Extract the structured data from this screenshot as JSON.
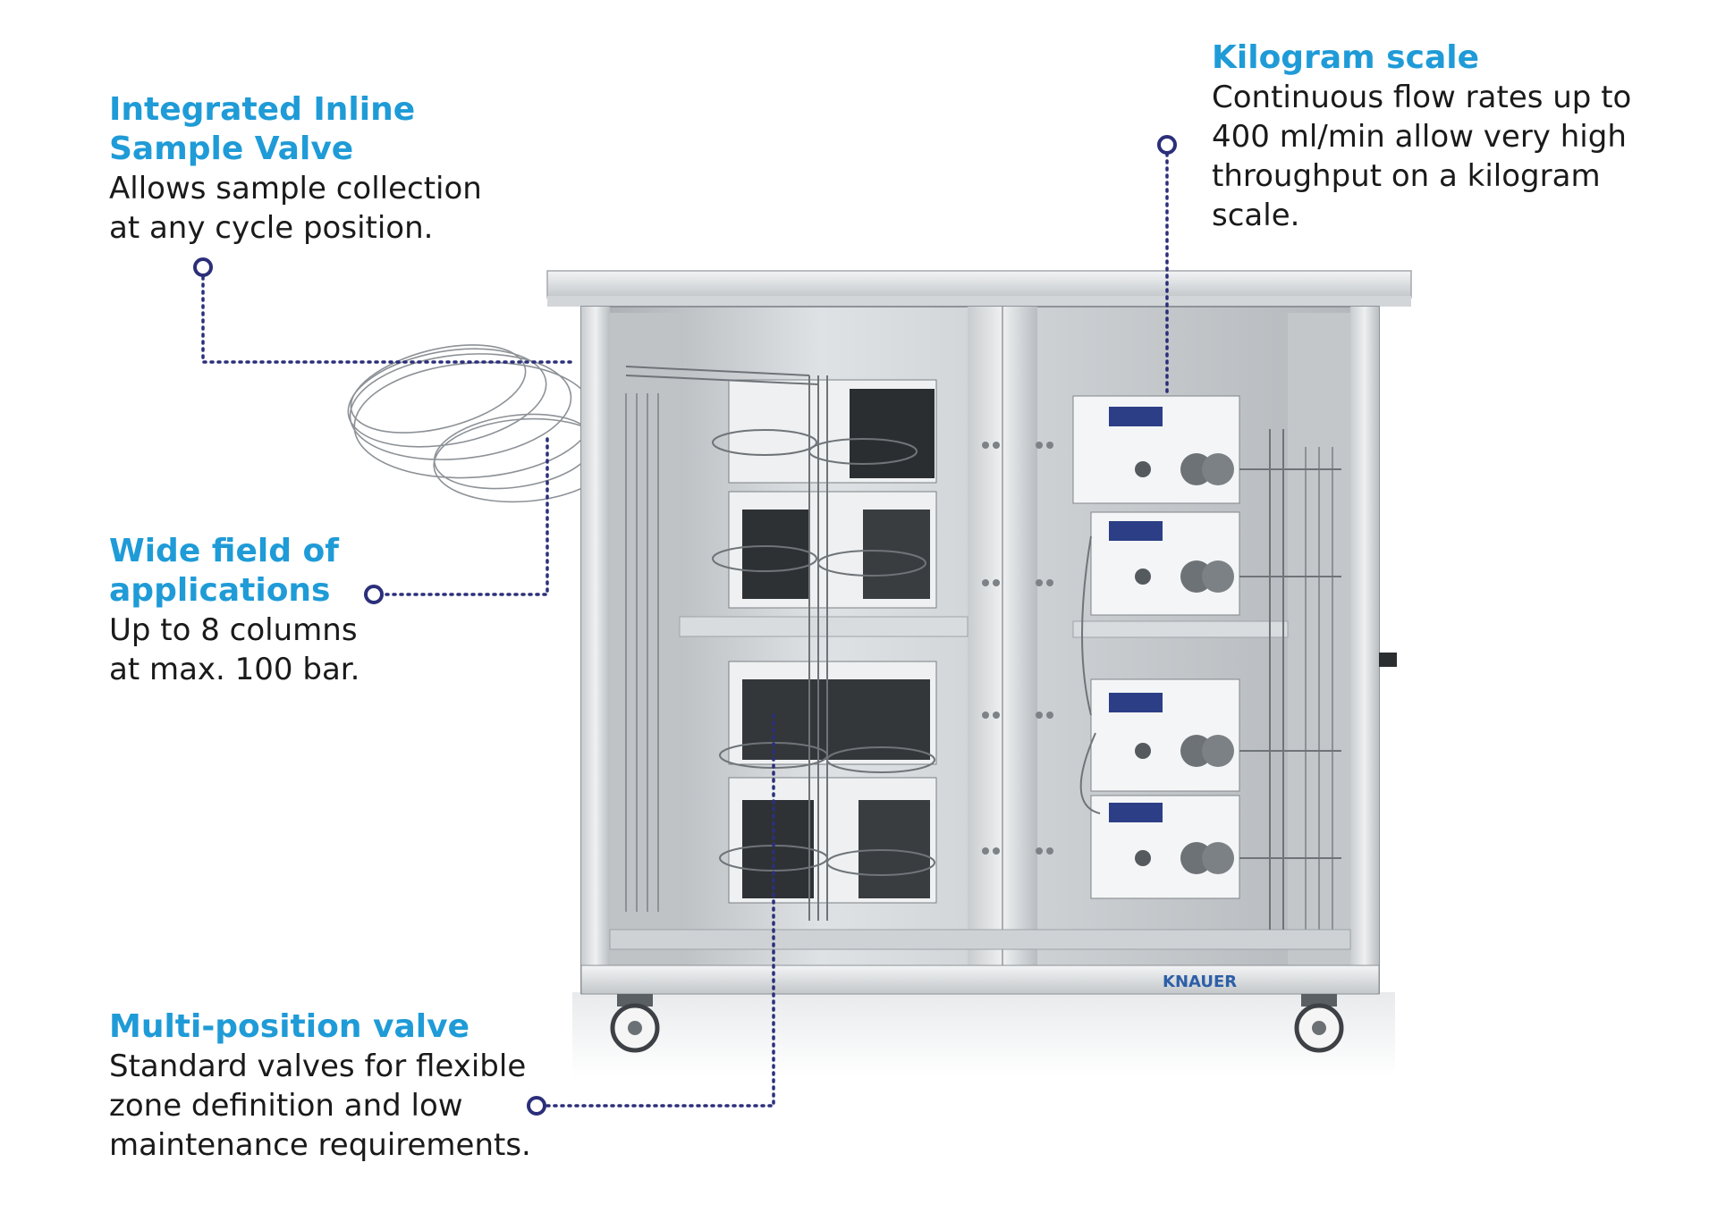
{
  "callouts": {
    "sample_valve": {
      "title_line1": "Integrated Inline",
      "title_line2": "Sample Valve",
      "body_line1": "Allows sample collection",
      "body_line2": "at any cycle position."
    },
    "kilogram_scale": {
      "title": "Kilogram scale",
      "body_line1": "Continuous flow rates up to",
      "body_line2": "400 ml/min allow very high",
      "body_line3": "throughput on a kilogram",
      "body_line4": "scale."
    },
    "wide_field": {
      "title_line1": "Wide field of",
      "title_line2": "applications",
      "body_line1": "Up to 8 columns",
      "body_line2": "at max. 100 bar."
    },
    "multi_position_valve": {
      "title": "Multi-position valve",
      "body_line1": "Standard valves for flexible",
      "body_line2": "zone definition and low",
      "body_line3": "maintenance requirements."
    }
  },
  "product": {
    "brand_label": "KNAUER"
  },
  "colors": {
    "accent_blue": "#1f9bd7",
    "marker_navy": "#2b2f7a",
    "steel_light": "#e2e4e6",
    "steel_dark": "#8e9398"
  }
}
